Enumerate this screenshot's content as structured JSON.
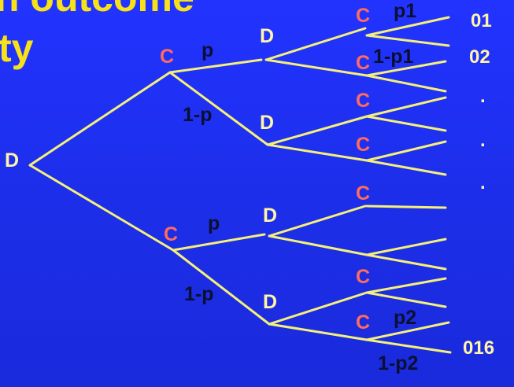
{
  "title": {
    "line1": "n outcome",
    "line2": "ty"
  },
  "nodes": {
    "root": "D",
    "c_top": "C",
    "c_bottom": "C",
    "d1": "D",
    "d2": "D",
    "d3": "D",
    "d4": "D",
    "c1": "C",
    "c2": "C",
    "c3": "C",
    "c4": "C",
    "c5": "C",
    "c6": "C",
    "c7": "C"
  },
  "probabilities": {
    "p_top": "p",
    "q_top": "1-p",
    "p_bottom": "p",
    "q_bottom": "1-p",
    "p1": "p1",
    "q1": "1-p1",
    "p2": "p2",
    "q2": "1-p2"
  },
  "outcomes": {
    "o1": "01",
    "o2": "02",
    "dot1": ".",
    "dot2": ".",
    "dot3": ".",
    "o16": "016"
  },
  "colors": {
    "background": "#1f2ff5",
    "edge": "#f5f07a",
    "decision": "#fff4a8",
    "chance": "#ff6b5d",
    "probability": "#0b1030",
    "title": "#f7e21a"
  }
}
